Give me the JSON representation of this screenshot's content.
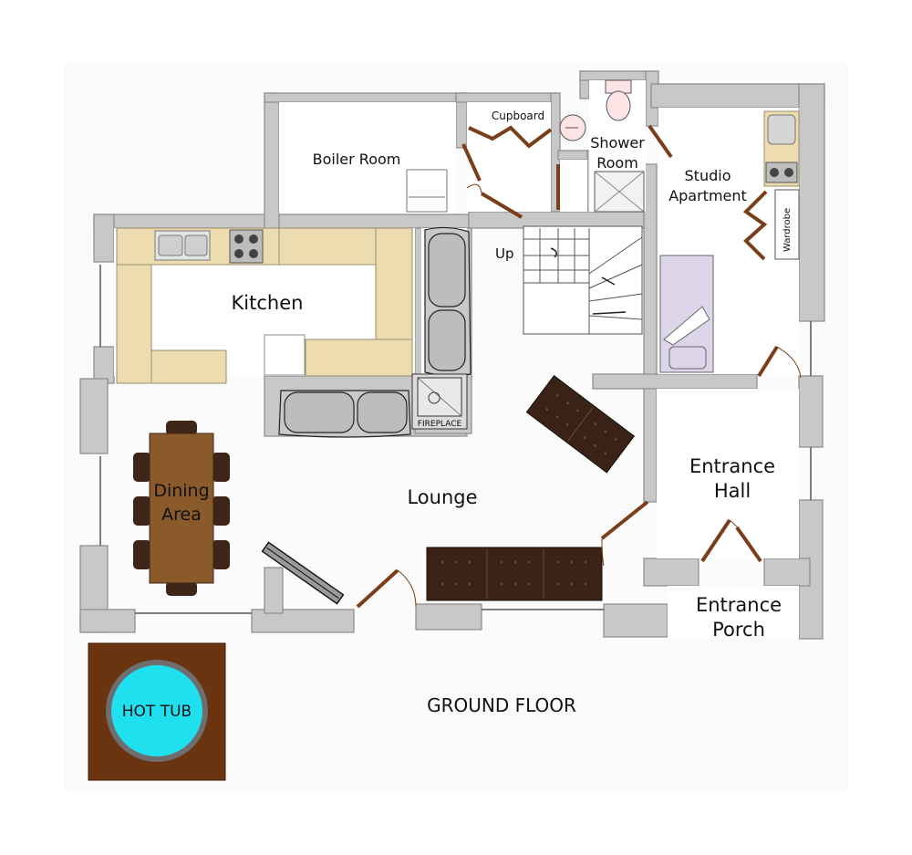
{
  "title": "GROUND FLOOR",
  "rooms": {
    "boiler_room": "Boiler Room",
    "cupboard": "Cupboard",
    "shower_room_line1": "Shower",
    "shower_room_line2": "Room",
    "studio_line1": "Studio",
    "studio_line2": "Apartment",
    "wardrobe": "Wardrobe",
    "kitchen": "Kitchen",
    "stairs_up": "Up",
    "fireplace": "FIREPLACE",
    "dining_line1": "Dining",
    "dining_line2": "Area",
    "lounge": "Lounge",
    "entrance_hall_line1": "Entrance",
    "entrance_hall_line2": "Hall",
    "entrance_porch_line1": "Entrance",
    "entrance_porch_line2": "Porch",
    "hot_tub": "HOT TUB"
  },
  "colors": {
    "wall": "#c8c8c8",
    "worktop": "#ecdcb0",
    "sofa_dark": "#3a2216",
    "table_wood": "#8b5a2b",
    "chair": "#3d2518",
    "door": "#7a3e1a",
    "bed": "#ddd5ea",
    "soft_furniture": "#c9c9c9",
    "hot_tub_water": "#1ee0ee",
    "hot_tub_deck": "#6b3410"
  }
}
